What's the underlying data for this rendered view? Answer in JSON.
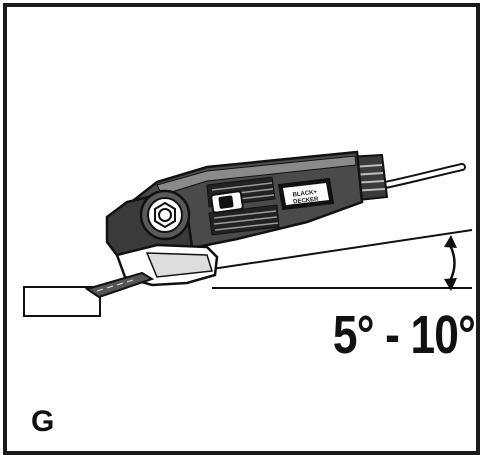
{
  "diagram": {
    "angle_range": "5° - 10°",
    "figure_letter": "G",
    "brand_logo_text": "BLACK+DECKER",
    "icons": {
      "tool": "angle-grinder-icon",
      "angle_arrow": "curved-double-arrow-icon",
      "workpiece": "workpiece-block-icon"
    },
    "colors": {
      "ink": "#111111",
      "frame": "#1a1a1a",
      "background": "#ffffff",
      "tool_body": "#4a4a4a",
      "tool_highlight": "#8a8a8a"
    }
  }
}
